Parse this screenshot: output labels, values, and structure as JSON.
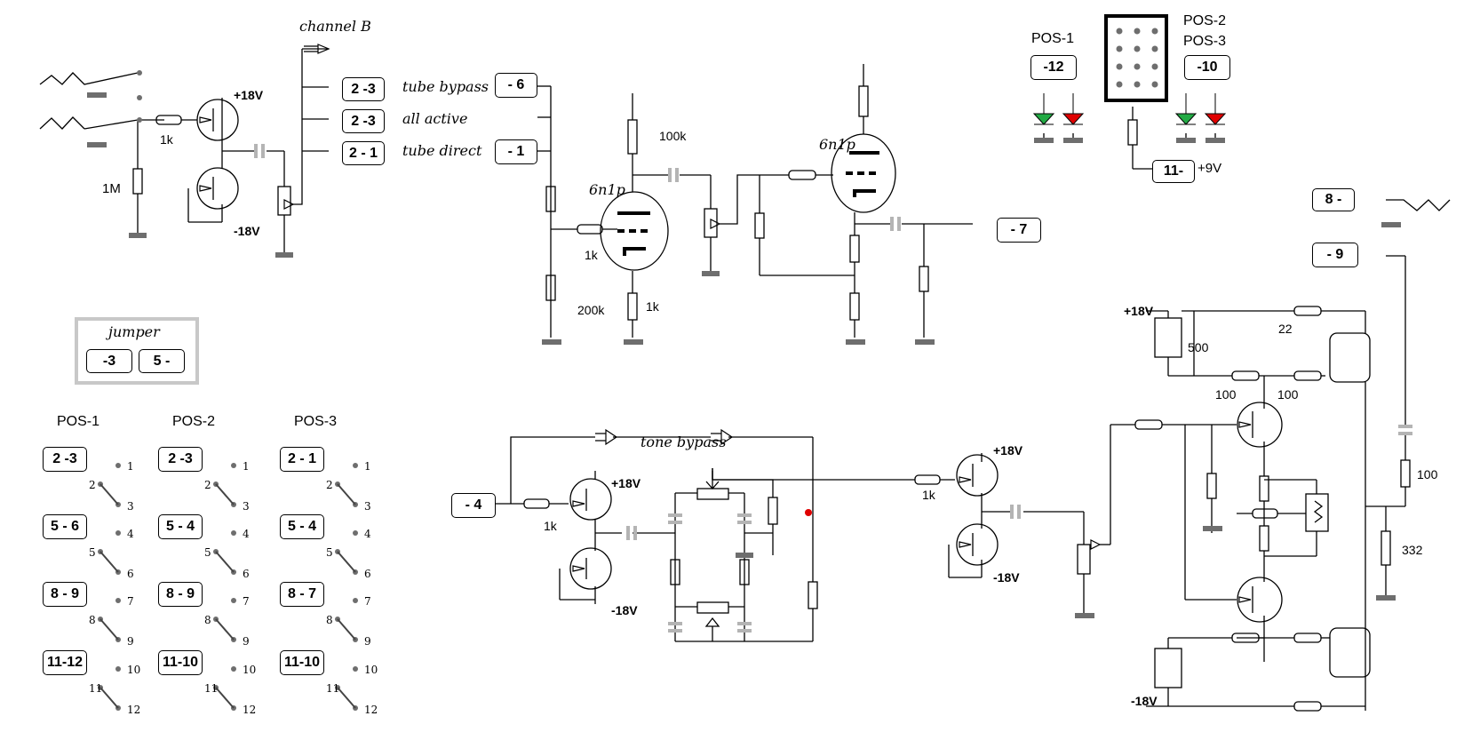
{
  "channel": "channel B",
  "modes": {
    "tube_bypass": {
      "box": "2 -3",
      "label": "tube bypass"
    },
    "all_active": {
      "box": "2 -3",
      "label": "all active"
    },
    "tube_direct": {
      "box": "2 - 1",
      "label": "tube direct"
    }
  },
  "connectors": {
    "c6": "- 6",
    "c1": "- 1",
    "c7": "- 7",
    "c4": "- 4",
    "c8": "8 -",
    "c9": "- 9",
    "c11": "11-",
    "c12": "-12",
    "c10": "-10"
  },
  "values": {
    "r1k_a": "1k",
    "r1m": "1M",
    "vplus18_a": "+18V",
    "vminus18_a": "-18V",
    "r100k": "100k",
    "r1k_b": "1k",
    "r200k": "200k",
    "r1k_c": "1k",
    "r1k_d": "1k",
    "r1k_e": "1k",
    "vplus18_b": "+18V",
    "vminus18_b": "-18V",
    "vplus18_c": "+18V",
    "vminus18_c": "-18V",
    "vplus18_d": "+18V",
    "vminus18_d": "-18V",
    "v9": "+9V",
    "r500": "500",
    "r22": "22",
    "r100_a": "100",
    "r100_b": "100",
    "r100_c": "100",
    "r332": "332"
  },
  "tubes": {
    "t1": "6n1p",
    "t2": "6n1p"
  },
  "tone_bypass": "tone bypass",
  "jumper": {
    "title": "jumper",
    "left": "-3",
    "right": "5 -"
  },
  "leds": {
    "pos1": "POS-1",
    "pos2": "POS-2",
    "pos3": "POS-3"
  },
  "switch_table": {
    "headers": [
      "POS-1",
      "POS-2",
      "POS-3"
    ],
    "columns": [
      [
        "2 -3",
        "5 - 6",
        "8 - 9",
        "11-12"
      ],
      [
        "2 -3",
        "5 - 4",
        "8 - 9",
        "11-10"
      ],
      [
        "2 - 1",
        "5 - 4",
        "8 - 7",
        "11-10"
      ]
    ],
    "pins": [
      [
        "1",
        "2",
        "3"
      ],
      [
        "4",
        "5",
        "6"
      ],
      [
        "7",
        "8",
        "9"
      ],
      [
        "10",
        "11",
        "12"
      ]
    ]
  }
}
